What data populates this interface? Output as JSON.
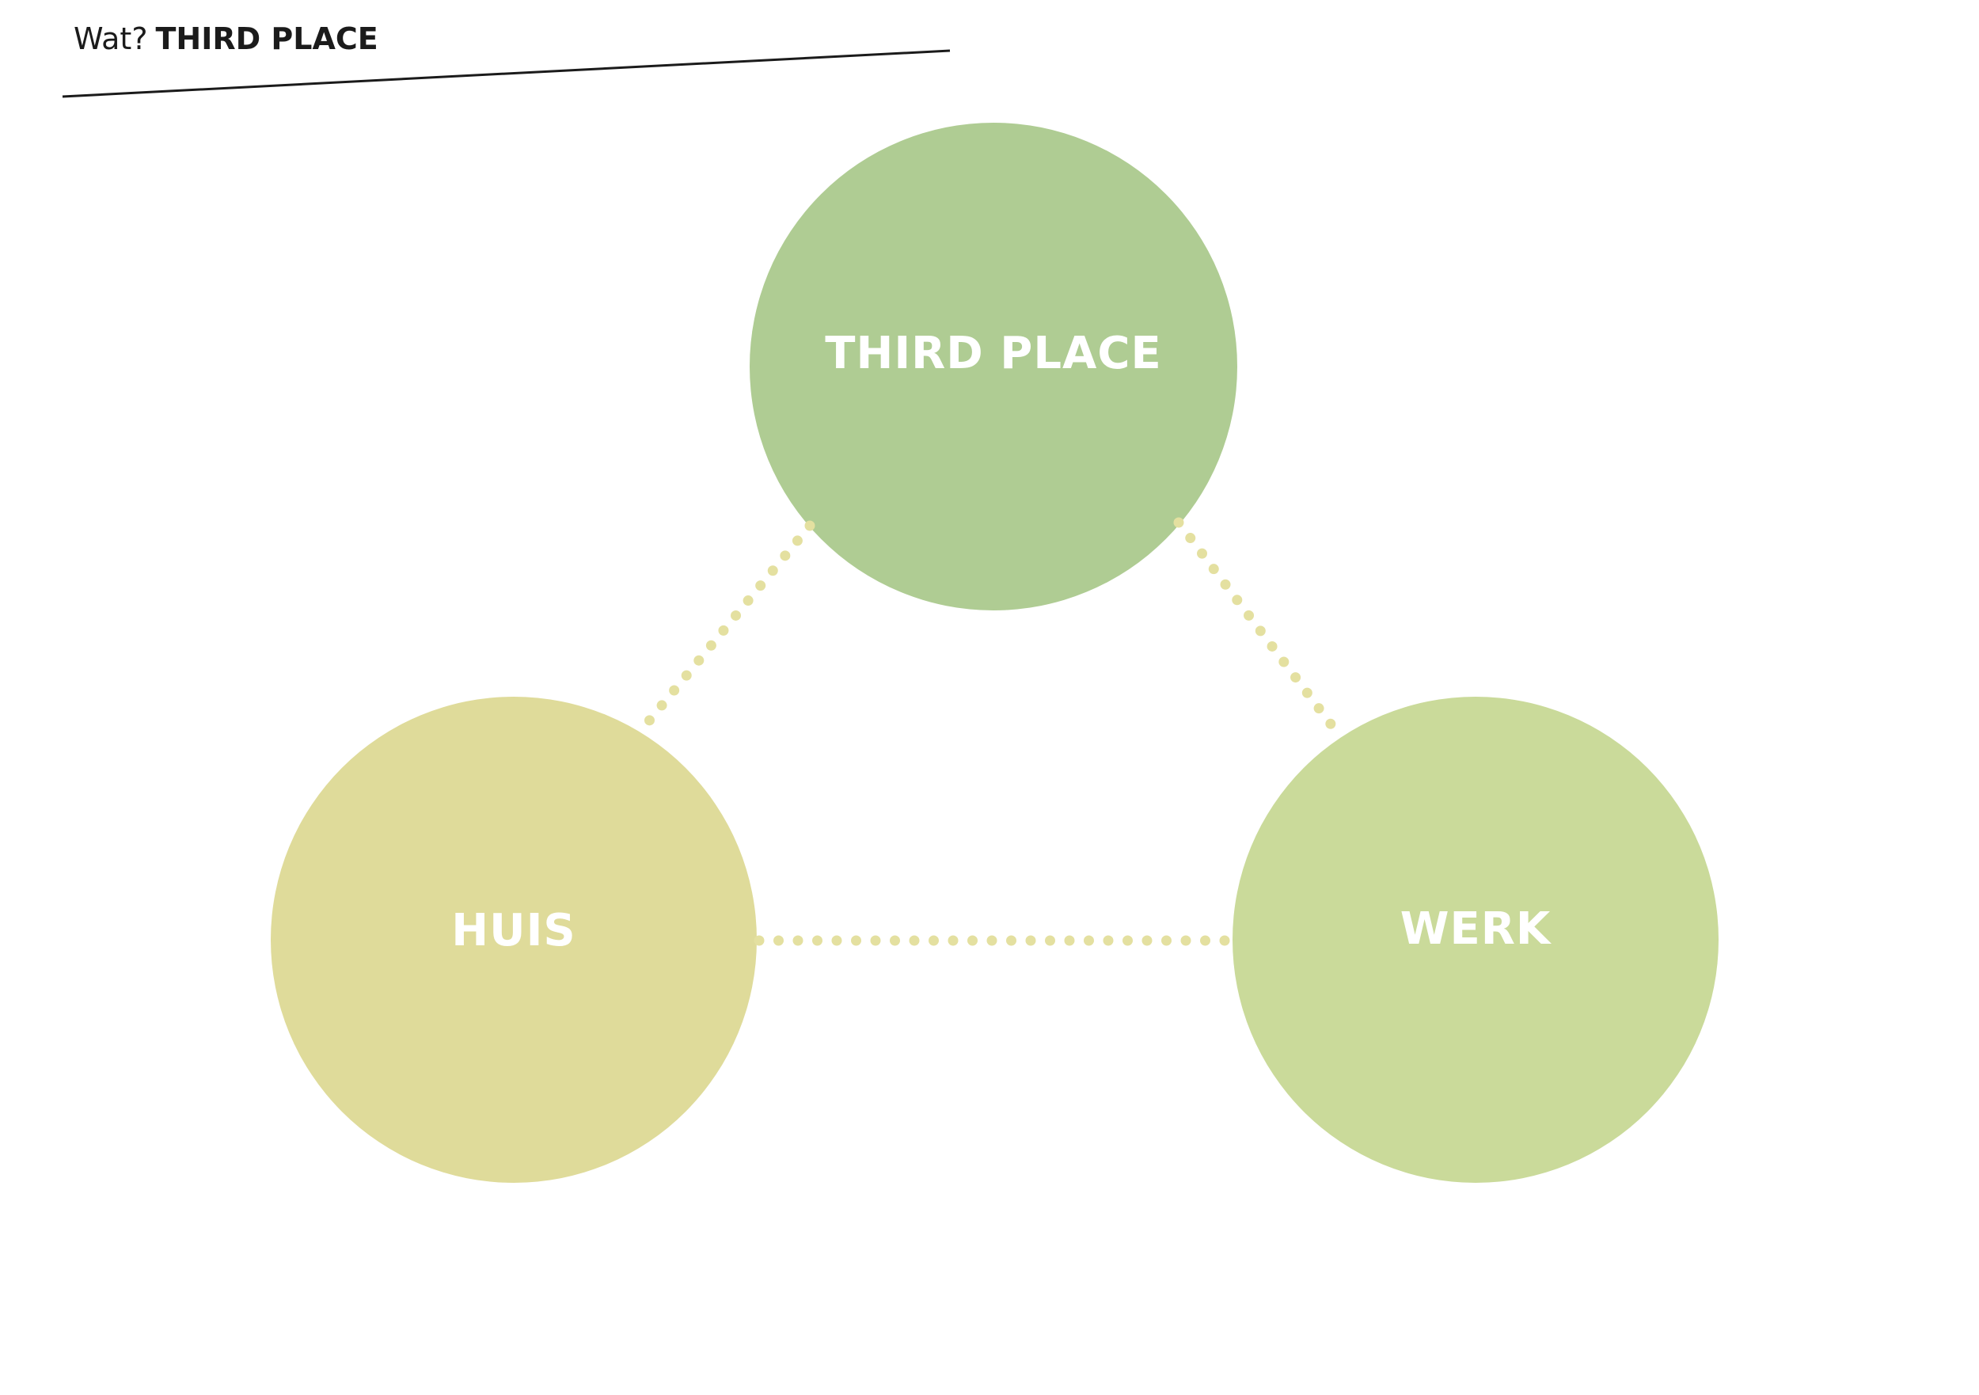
{
  "header": {
    "prefix": "Wat?",
    "title": "THIRD PLACE",
    "text_color": "#1b1b1b",
    "underline_color": "#1b1b1b"
  },
  "diagram": {
    "dot_color": "#e4e0a0",
    "nodes": [
      {
        "id": "third-place",
        "label": "THIRD PLACE",
        "color": "#afcc93",
        "text_color": "#ffffff"
      },
      {
        "id": "huis",
        "label": "HUIS",
        "color": "#dfdb9a",
        "text_color": "#ffffff"
      },
      {
        "id": "werk",
        "label": "WERK",
        "color": "#cada9a",
        "text_color": "#ffffff"
      }
    ],
    "connectors": [
      {
        "id": "third-place-huis",
        "style": "dotted"
      },
      {
        "id": "third-place-werk",
        "style": "dotted"
      },
      {
        "id": "huis-werk",
        "style": "dotted"
      }
    ]
  }
}
